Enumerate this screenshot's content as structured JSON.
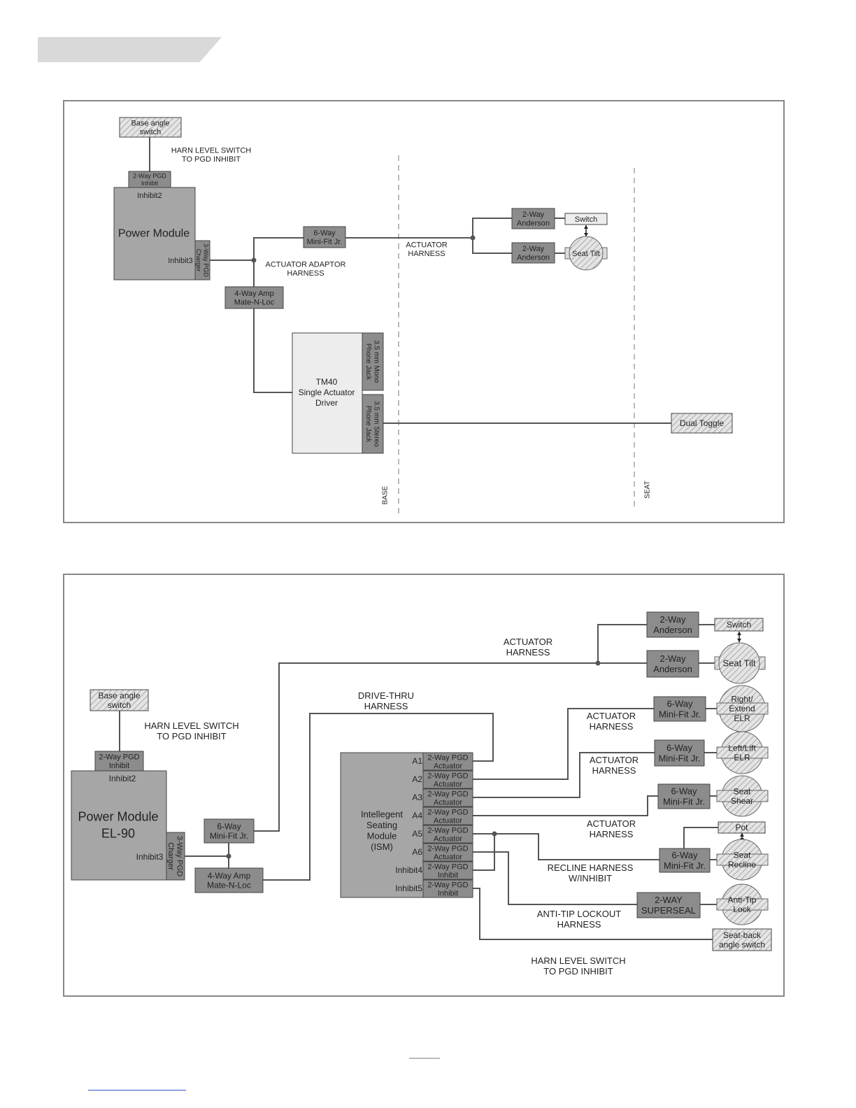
{
  "diagram1": {
    "base_angle_switch": [
      "Base angle",
      "switch"
    ],
    "harn_level_label": [
      "HARN LEVEL SWITCH",
      "TO PGD INHIBIT"
    ],
    "pgd_inhibit": [
      "2-Way PGD",
      "Inhibit"
    ],
    "inhibit2": "Inhibit2",
    "power_module": "Power Module",
    "inhibit3": "Inhibit3",
    "charger": [
      "3-Way PGD",
      "Charger"
    ],
    "minifit": [
      "6-Way",
      "Mini-Fit Jr."
    ],
    "adaptor_label": [
      "ACTUATOR ADAPTOR",
      "HARNESS"
    ],
    "ampmate": [
      "4-Way Amp",
      "Mate-N-Loc"
    ],
    "actuator_harness": [
      "ACTUATOR",
      "HARNESS"
    ],
    "anderson": [
      "2-Way",
      "Anderson"
    ],
    "switch": "Switch",
    "seat_tilt": "Seat Tilt",
    "tm40": [
      "TM40",
      "Single Actuator",
      "Driver"
    ],
    "mono_jack": [
      "3.5 mm Mono",
      "Phone Jack"
    ],
    "stereo_jack": [
      "3.5 mm Stereo",
      "Phone Jack"
    ],
    "dual_toggle": "Dual Toggle",
    "base": "BASE",
    "seat": "SEAT"
  },
  "diagram2": {
    "base_angle_switch": [
      "Base angle",
      "switch"
    ],
    "harn_level_label": [
      "HARN LEVEL SWITCH",
      "TO PGD INHIBIT"
    ],
    "pgd_inhibit": [
      "2-Way PGD",
      "Inhibit"
    ],
    "inhibit2": "Inhibit2",
    "power_module": [
      "Power Module",
      "EL-90"
    ],
    "inhibit3": "Inhibit3",
    "charger": [
      "3-Way PGD",
      "Charger"
    ],
    "minifit": [
      "6-Way",
      "Mini-Fit Jr."
    ],
    "ampmate": [
      "4-Way Amp",
      "Mate-N-Loc"
    ],
    "actuator_harness_top": [
      "ACTUATOR",
      "HARNESS"
    ],
    "drive_thru": [
      "DRIVE-THRU",
      "HARNESS"
    ],
    "anderson": [
      "2-Way",
      "Anderson"
    ],
    "switch": "Switch",
    "seat_tilt": "Seat Tilt",
    "ism": [
      "Intellegent",
      "Seating",
      "Module",
      "(ISM)"
    ],
    "ports": [
      {
        "label": "A1",
        "conn": [
          "2-Way PGD",
          "Actuator"
        ]
      },
      {
        "label": "A2",
        "conn": [
          "2-Way PGD",
          "Actuator"
        ]
      },
      {
        "label": "A3",
        "conn": [
          "2-Way PGD",
          "Actuator"
        ]
      },
      {
        "label": "A4",
        "conn": [
          "2-Way PGD",
          "Actuator"
        ]
      },
      {
        "label": "A5",
        "conn": [
          "2-Way PGD",
          "Actuator"
        ]
      },
      {
        "label": "A6",
        "conn": [
          "2-Way PGD",
          "Actuator"
        ]
      },
      {
        "label": "Inhibit4",
        "conn": [
          "2-Way PGD",
          "Inhibit"
        ]
      },
      {
        "label": "Inhibit5",
        "conn": [
          "2-Way PGD",
          "Inhibit"
        ]
      }
    ],
    "actuator_harness": [
      "ACTUATOR",
      "HARNESS"
    ],
    "right_extend": [
      "Right/",
      "Extend",
      "ELR"
    ],
    "left_lift": [
      "Left/Lift",
      "ELR"
    ],
    "seat_shear": [
      "Seat",
      "Shear"
    ],
    "pot": "Pot",
    "seat_recline": [
      "Seat",
      "Recline"
    ],
    "recline_harness": [
      "RECLINE HARNESS",
      "W/INHIBIT"
    ],
    "superseal": [
      "2-WAY",
      "SUPERSEAL"
    ],
    "anti_tip": [
      "Anti-Tip",
      "Lock"
    ],
    "anti_tip_harness": [
      "ANTI-TIP LOCKOUT",
      "HARNESS"
    ],
    "seat_back_switch": [
      "Seat-back",
      "angle switch"
    ],
    "harn_level_label2": [
      "HARN LEVEL SWITCH",
      "TO PGD INHIBIT"
    ]
  }
}
